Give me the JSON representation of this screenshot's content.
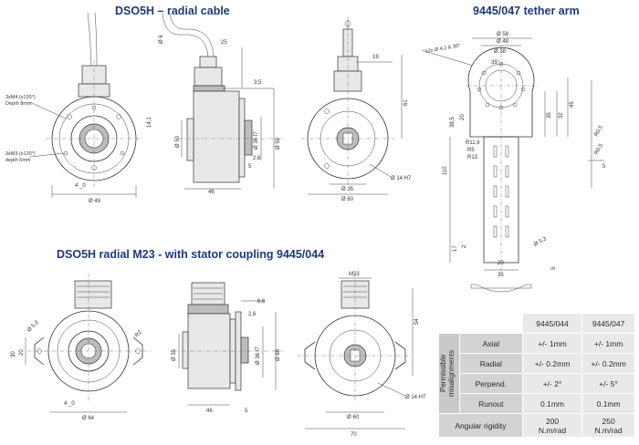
{
  "titles": {
    "radial_cable": "DSO5H – radial cable",
    "tether_arm": "9445/047 tether arm",
    "stator": "DSO5H radial M23 - with stator coupling 9445/044"
  },
  "notes": {
    "m4": [
      "3xM4 (x120°)",
      "Depth 8mm"
    ],
    "m3": [
      "3xM3 (x120°)",
      "depth 6mm"
    ],
    "slot": "12x Ø 4,2 & 30°"
  },
  "dims": {
    "cable": [
      "Ø 6",
      "25",
      "19",
      "3,5",
      "14,1",
      "Ø 50",
      "Ø 36 f7",
      "Ø 59",
      "Ø 35",
      "2,6",
      "5",
      "46",
      "4 _0",
      "Ø 49",
      "61",
      "Ø 35",
      "Ø 60",
      "Ø 14 H7"
    ],
    "tether": [
      "Ø 58",
      "Ø 48",
      "Ø 38",
      "35°",
      "38,5",
      "20",
      "35",
      "32",
      "45",
      "R11,6",
      "R5",
      "R13",
      "110",
      "Ø 5,3",
      "17",
      "2",
      "20",
      "35",
      "R0,5",
      "R0,5",
      "5",
      "5"
    ],
    "stator": [
      "Ø 5,3",
      "30",
      "20",
      "R2",
      "Ø 64",
      "4 _0",
      "6,6",
      "2,6",
      "Ø 35",
      "Ø 36 f7",
      "Ø 68",
      "46",
      "5",
      "M23",
      "54",
      "Ø 14 H7",
      "Ø 60",
      "70"
    ]
  },
  "table": {
    "headers": [
      "9445/044",
      "9445/047"
    ],
    "group_label": "Permissible misalignments",
    "rows": [
      {
        "label": "Axial",
        "a": "+/- 1mm",
        "b": "+/- 1mm"
      },
      {
        "label": "Radial",
        "a": "+/- 0.2mm",
        "b": "+/- 0.2mm"
      },
      {
        "label": "Perpend.",
        "a": "+/- 2°",
        "b": "+/- 5°"
      },
      {
        "label": "Runout",
        "a": "0.1mm",
        "b": "0.1mm"
      }
    ],
    "rigidity_label": "Angular rigidity",
    "rigidity_a": [
      "200",
      "N.m/rad"
    ],
    "rigidity_b": [
      "250",
      "N.m/rad"
    ]
  }
}
